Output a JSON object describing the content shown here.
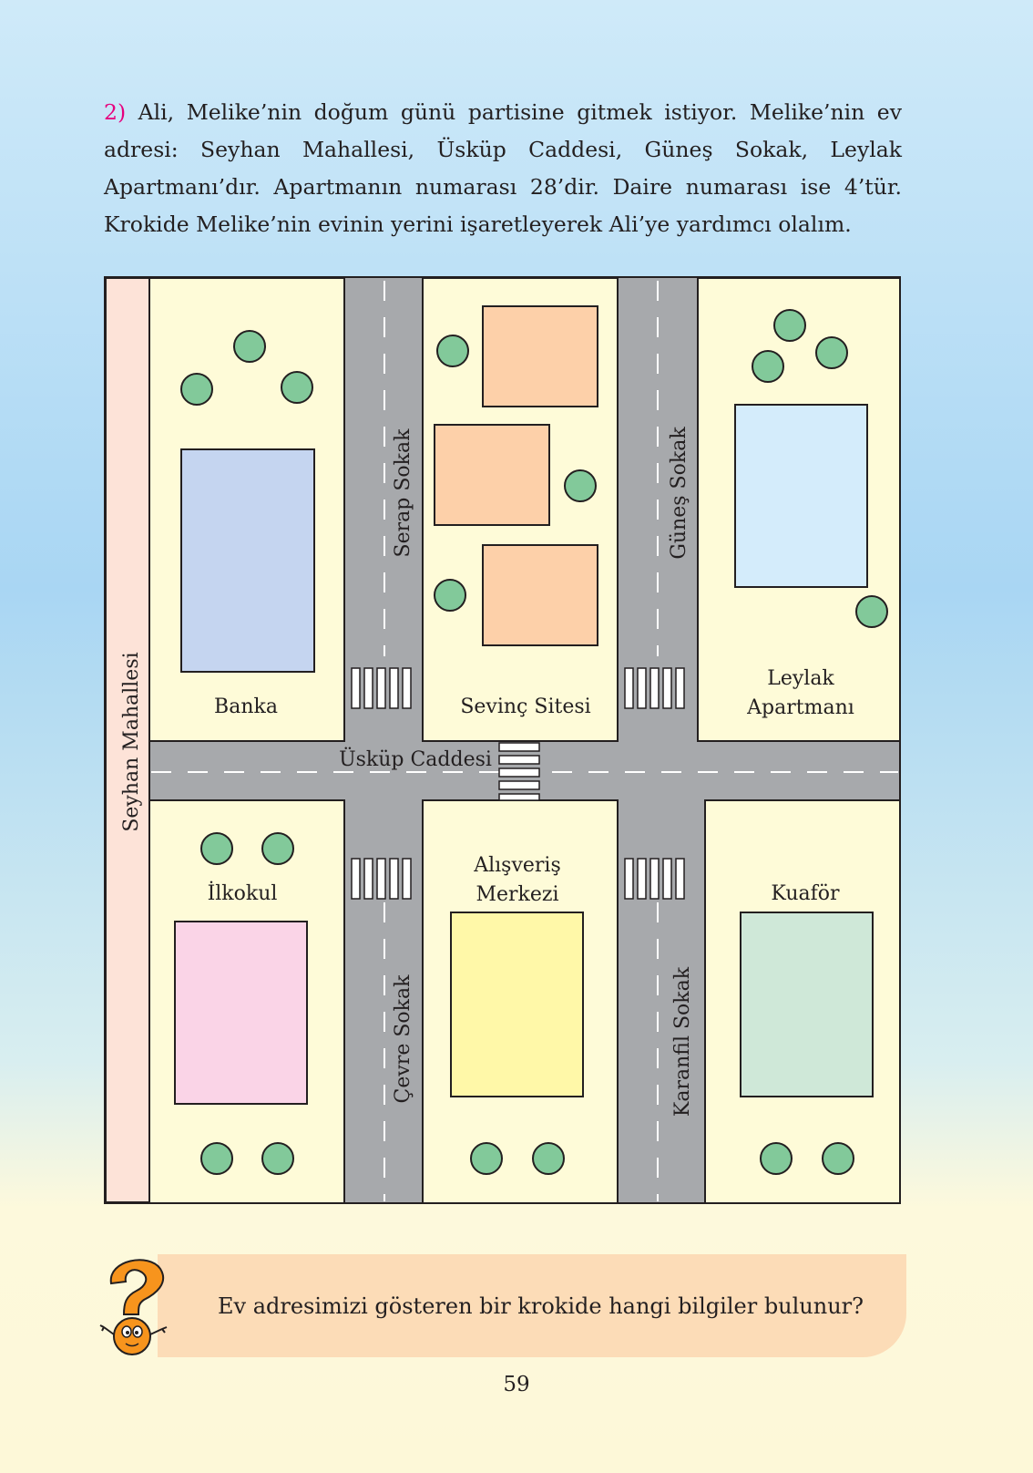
{
  "question": {
    "number": "2)",
    "text": " Ali, Melike’nin doğum günü partisine gitmek istiyor. Melike’nin ev adresi: Seyhan Mahallesi, Üsküp Caddesi, Güneş Sokak, Leylak Apartmanı’dır. Apartmanın numarası 28’dir. Daire numarası ise 4’tür. Krokide Melike’nin evinin yerini işaretleyerek Ali’ye yardımcı olalım."
  },
  "map": {
    "neighborhood": "Seyhan Mahallesi",
    "main_street": "Üsküp Caddesi",
    "streets": {
      "top_left": "Serap Sokak",
      "top_right": "Güneş Sokak",
      "bottom_left": "Çevre Sokak",
      "bottom_right": "Karanfil Sokak"
    },
    "places": {
      "bank": "Banka",
      "sevinc": "Sevinç Sitesi",
      "leylak_line1": "Leylak",
      "leylak_line2": "Apartmanı",
      "school": "İlkokul",
      "mall_line1": "Alışveriş",
      "mall_line2": "Merkezi",
      "hairdresser": "Kuaför"
    },
    "colors": {
      "road": "#a7a9ac",
      "block": "#fefbd8",
      "tree": "#82c99a",
      "bank": "#c5d5f0",
      "houses": "#fdd0a9",
      "leylak": "#d4ecfb",
      "school": "#fad4e7",
      "mall": "#fff8a8",
      "hairdresser": "#cfe8d8",
      "neighborhood_strip": "#fde3d8"
    }
  },
  "prompt": "Ev adresimizi gösteren bir krokide hangi bilgiler bulunur?",
  "page_number": "59",
  "icons": {
    "mascot": "question-mark-mascot-icon"
  }
}
